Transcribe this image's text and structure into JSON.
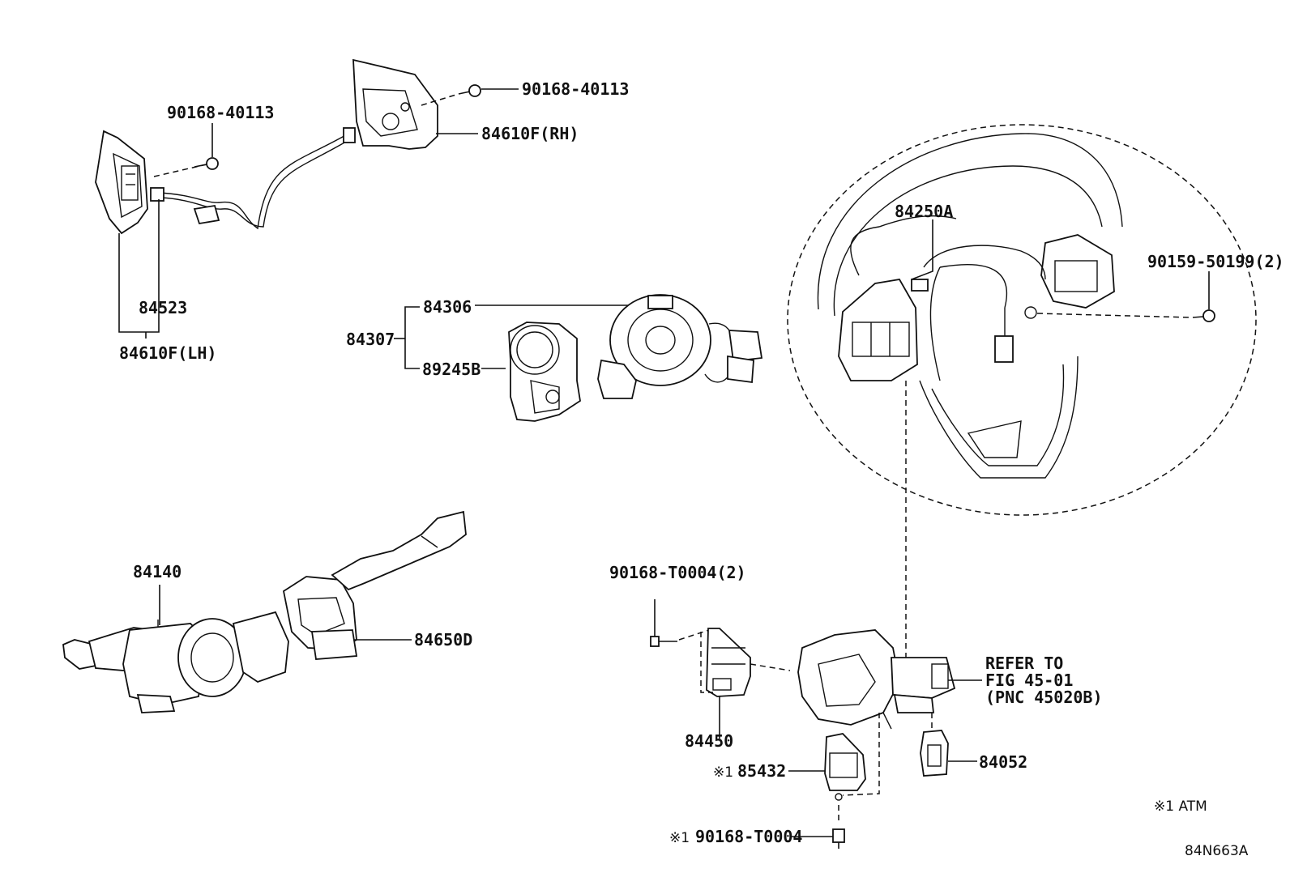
{
  "labels": {
    "lh_screw": "90168-40113",
    "rh_screw": "90168-40113",
    "rh_switch": "84610F(RH)",
    "lh_switch": "84610F(LH)",
    "wire": "84523",
    "wheel": "84250A",
    "wheel_screw": "90159-50199(2)",
    "spiral": "84306",
    "spiral_assy": "84307",
    "sensor": "89245B",
    "combo_switch": "84140",
    "wiper_switch": "84650D",
    "bracket_screw": "90168-T0004(2)",
    "bracket": "84450",
    "refer_line1": "REFER TO",
    "refer_line2": "FIG 45-01",
    "refer_line3": "(PNC 45020B)",
    "shift_switch": "85432",
    "shift_switch_mark": "※1",
    "bottom_screw": "90168-T0004",
    "bottom_screw_mark": "※1",
    "switch_84052": "84052",
    "note": "※1 ATM",
    "drawing_id": "84N663A"
  }
}
